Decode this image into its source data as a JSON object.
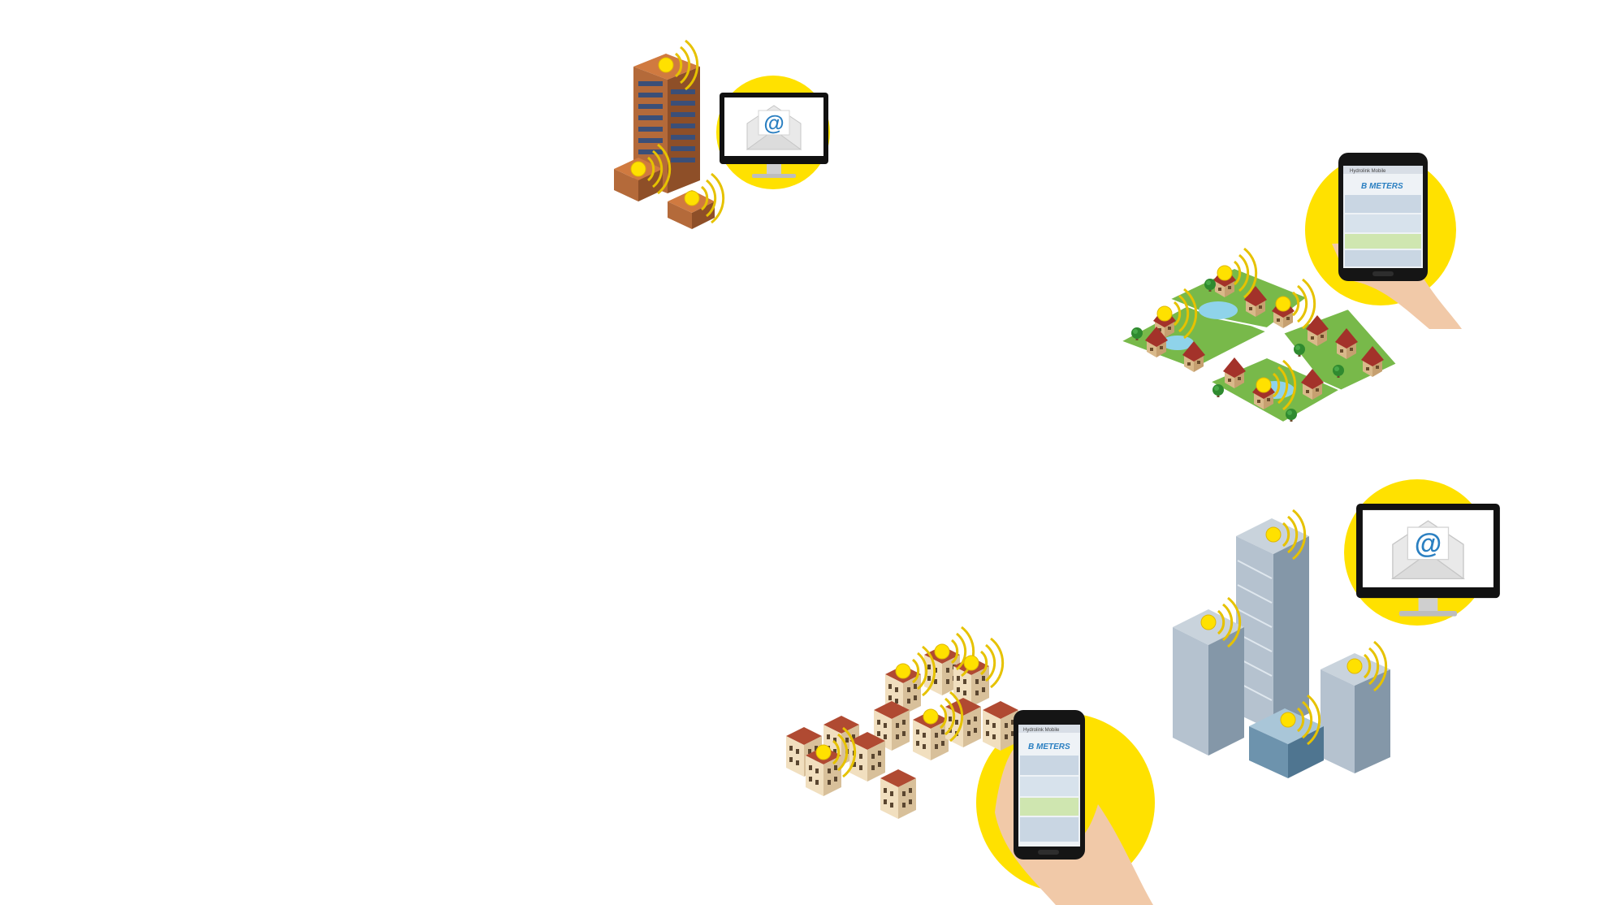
{
  "colors": {
    "accent_yellow": "#ffe100",
    "brand_blue": "#2a7fc1",
    "grass_green": "#78b94a",
    "water_blue": "#8fd3ea",
    "monitor_black": "#111111",
    "brick": "#b46a3a",
    "glass": "#9fb3c4"
  },
  "icons": {
    "email": "at-sign-envelope-icon",
    "monitor": "monitor-icon",
    "smartphone": "smartphone-icon",
    "wireless": "wireless-signal-icon"
  },
  "phones": [
    {
      "app_title": "Hydrolink Mobile",
      "brand_prefix": "B",
      "brand_name": "METERS"
    },
    {
      "app_title": "Hydrolink Mobile",
      "brand_prefix": "B",
      "brand_name": "METERS"
    }
  ]
}
